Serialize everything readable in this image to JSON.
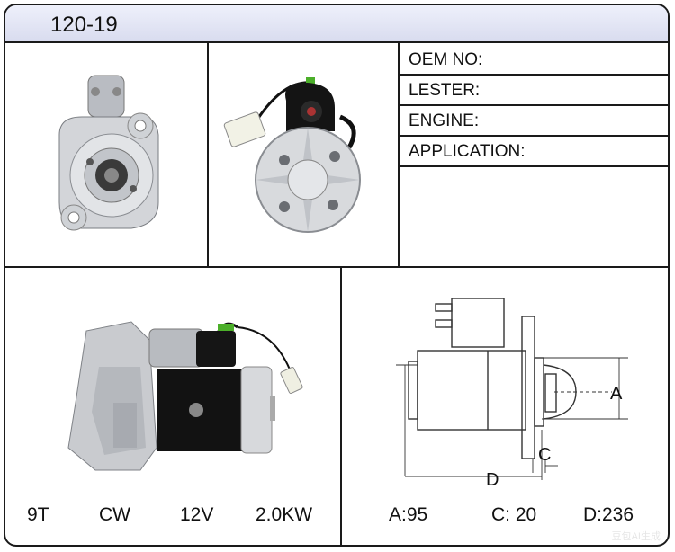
{
  "title": "120-19",
  "specs": [
    {
      "label": "OEM NO:"
    },
    {
      "label": "LESTER:"
    },
    {
      "label": "ENGINE:"
    },
    {
      "label": "APPLICATION:"
    }
  ],
  "left_specs": {
    "teeth": "9T",
    "rotation": "CW",
    "voltage": "12V",
    "power": "2.0KW"
  },
  "dimensions": {
    "a": "A:95",
    "c": "C: 20",
    "d": "D:236",
    "diagram_a": "A",
    "diagram_c": "C",
    "diagram_d": "D"
  },
  "watermark": "豆包AI生成",
  "colors": {
    "border": "#1a1a1a",
    "title_bg": "#dde0f0",
    "metal": "#c8cace",
    "motor_black": "#111111",
    "wire_green": "#4caf2a"
  }
}
